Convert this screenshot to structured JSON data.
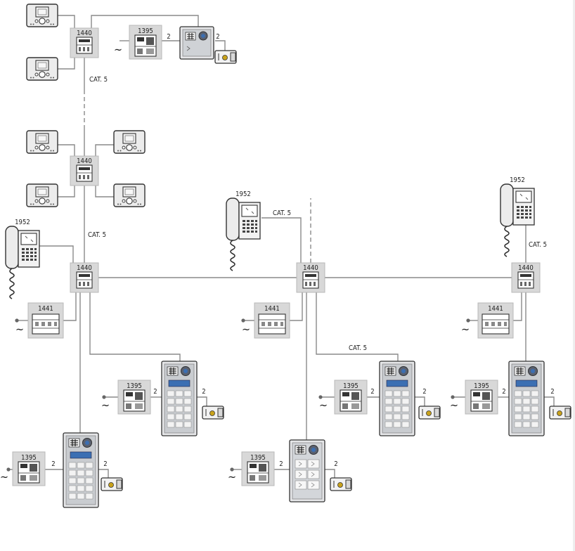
{
  "labels": {
    "distributor": "1440",
    "power_supply": "1395",
    "power_module": "1441",
    "handset_phone": "1952",
    "cat5": "CAT. 5",
    "wire_count": "2",
    "mains": "~"
  },
  "colors": {
    "line": "#8a8a8a",
    "device_box": "#d8d8d8",
    "device_border": "#b5b5b5",
    "panel_body": "#c9ccd0",
    "lcd": "#3b6fb3"
  }
}
